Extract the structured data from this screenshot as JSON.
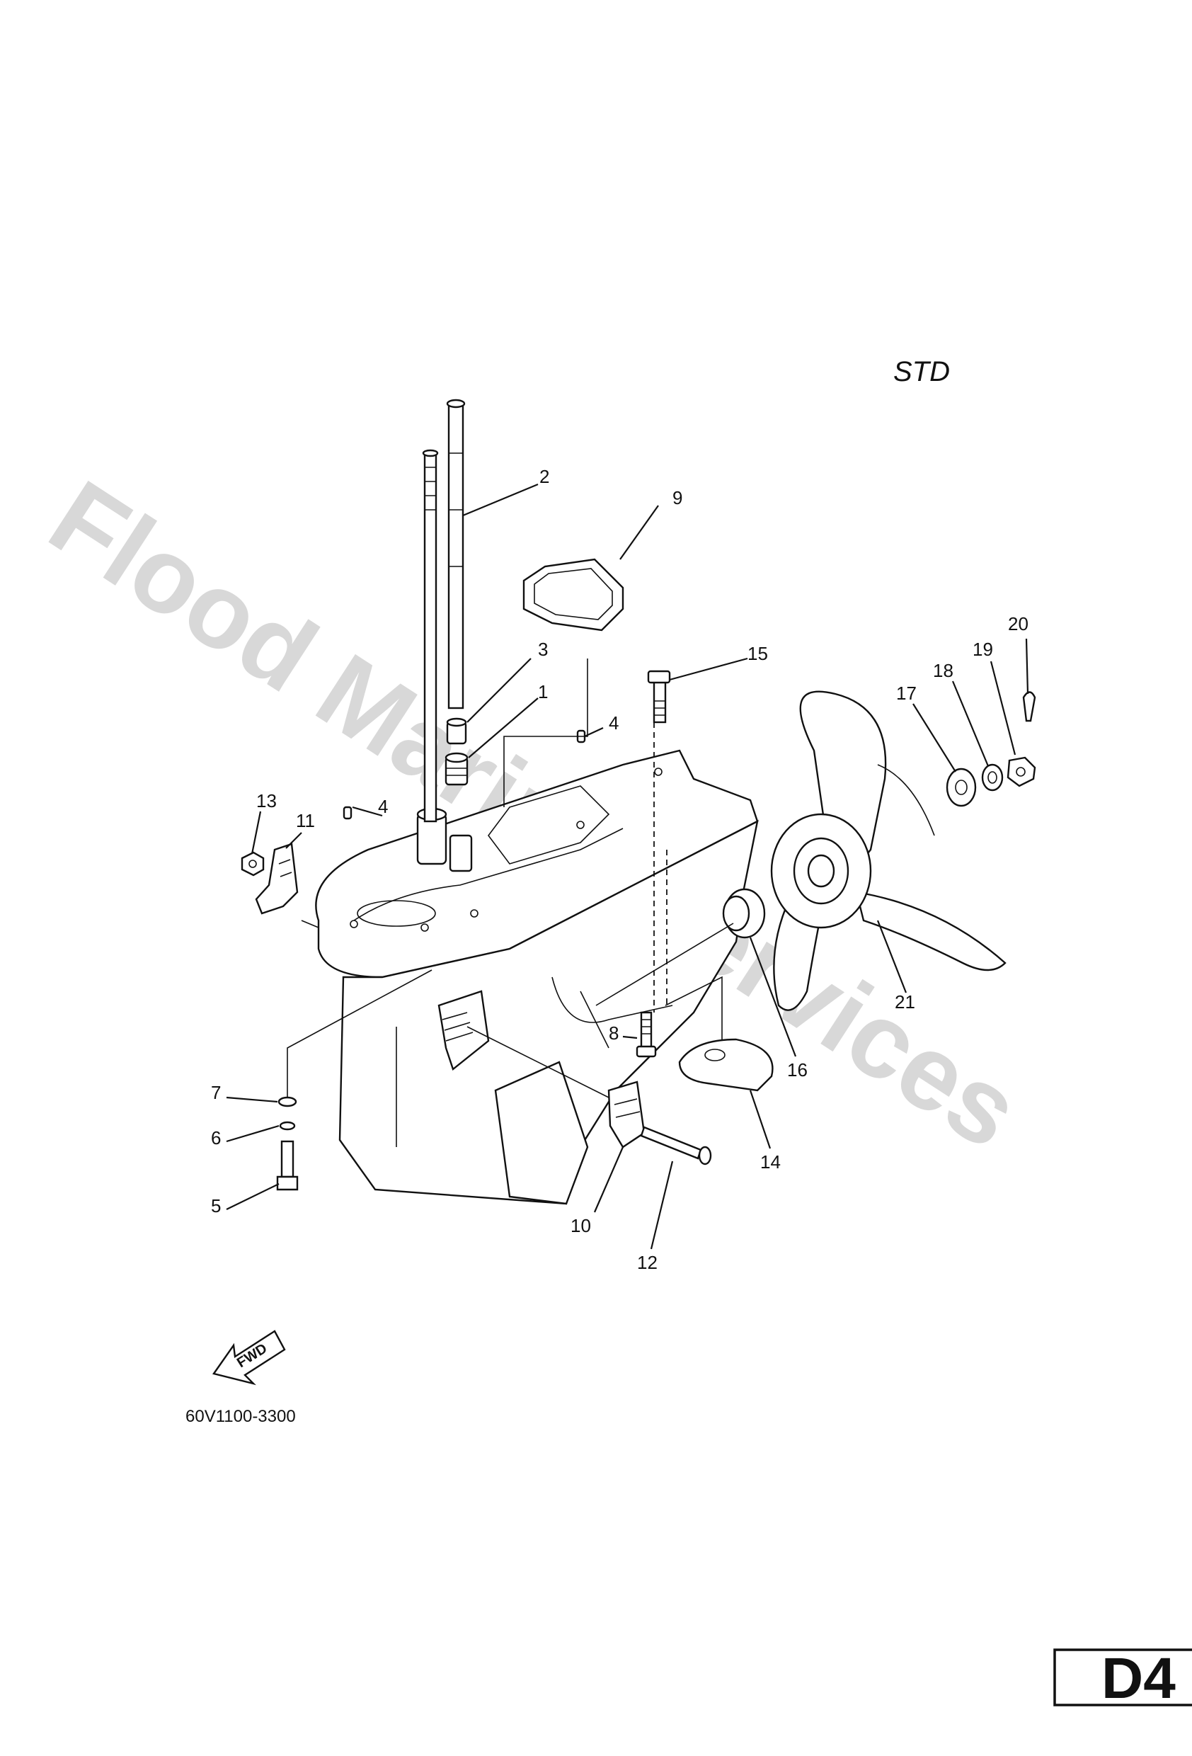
{
  "variant_label": "STD",
  "watermark": "Flood Marine Services",
  "fwd_label": "FWD",
  "diagram_code": "60V1100-3300",
  "page_id": "D4",
  "callouts": [
    {
      "n": "1"
    },
    {
      "n": "2"
    },
    {
      "n": "3"
    },
    {
      "n": "4"
    },
    {
      "n": "4"
    },
    {
      "n": "5"
    },
    {
      "n": "6"
    },
    {
      "n": "7"
    },
    {
      "n": "8"
    },
    {
      "n": "9"
    },
    {
      "n": "10"
    },
    {
      "n": "11"
    },
    {
      "n": "12"
    },
    {
      "n": "13"
    },
    {
      "n": "14"
    },
    {
      "n": "15"
    },
    {
      "n": "16"
    },
    {
      "n": "17"
    },
    {
      "n": "18"
    },
    {
      "n": "19"
    },
    {
      "n": "20"
    },
    {
      "n": "21"
    }
  ]
}
